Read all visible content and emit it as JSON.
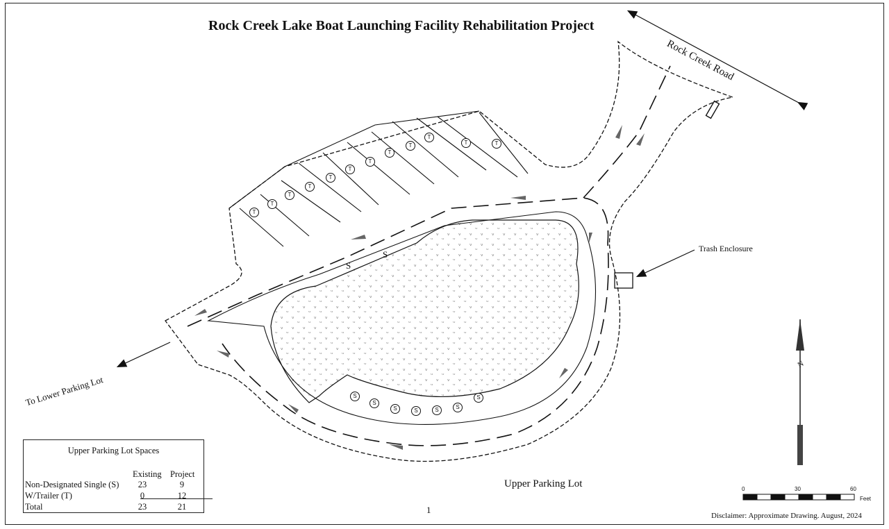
{
  "title": "Rock Creek Lake Boat Launching Facility Rehabilitation Project",
  "labels": {
    "road": "Rock Creek Road",
    "lower_lot": "To Lower Parking Lot",
    "trash": "Trash Enclosure",
    "upper_lot": "Upper Parking Lot",
    "page": "1",
    "disclaimer": "Disclaimer: Approximate Drawing. August, 2024"
  },
  "stall_labels": {
    "trailer": "T",
    "single": "S"
  },
  "legend": {
    "title": "Upper Parking Lot Spaces",
    "col_existing": "Existing",
    "col_project": "Project",
    "rows": [
      {
        "label": "Non-Designated Single (S)",
        "existing": "23",
        "project": "9"
      },
      {
        "label": "W/Trailer (T)",
        "existing": "0",
        "project": "12"
      },
      {
        "label": "Total",
        "existing": "23",
        "project": "21"
      }
    ]
  },
  "scale": {
    "ticks": [
      "0",
      "30",
      "60"
    ],
    "unit": "Feet"
  },
  "north": "N",
  "colors": {
    "line": "#111111",
    "arrow": "#666666",
    "landscape": "#777777"
  }
}
